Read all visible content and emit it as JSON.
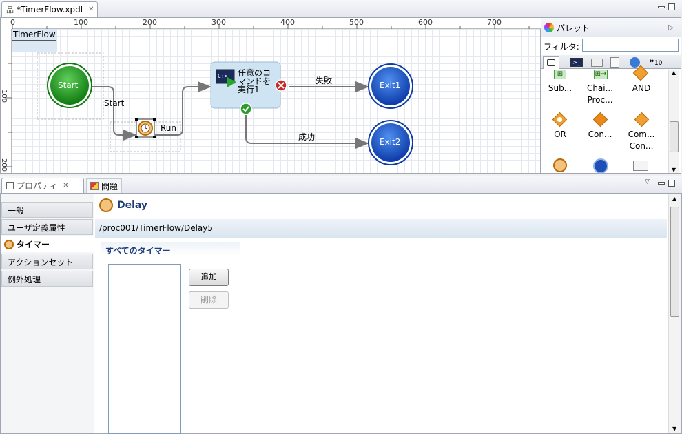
{
  "editor": {
    "tab_title": "*TimerFlow.xpdl",
    "ruler_top": [
      "0",
      "100",
      "200",
      "300",
      "400",
      "500",
      "600",
      "700"
    ],
    "ruler_left": [
      "100",
      "200"
    ],
    "pool_label": "TimerFlow",
    "nodes": {
      "start": "Start",
      "start_edge": "Start",
      "run_edge": "Run",
      "task": "任意のコマンドを実行1",
      "fail_edge": "失敗",
      "success_edge": "成功",
      "exit1": "Exit1",
      "exit2": "Exit2"
    }
  },
  "palette": {
    "title": "パレット",
    "filter_label": "フィルタ:",
    "filter_value": "",
    "more_count": "10",
    "items": [
      {
        "label": "Sub...",
        "icon": "subprocess-icon"
      },
      {
        "label": "Chai...\nProc...",
        "icon": "chain-process-icon"
      },
      {
        "label": "AND",
        "icon": "and-gateway-icon"
      },
      {
        "label": "OR",
        "icon": "or-gateway-icon"
      },
      {
        "label": "Con...",
        "icon": "condition-gateway-icon"
      },
      {
        "label": "Com...\nCon...",
        "icon": "complex-condition-icon"
      }
    ]
  },
  "properties": {
    "tab_title": "プロパティ",
    "problems_tab": "問題",
    "header": "Delay",
    "path": "/proc001/TimerFlow/Delay5",
    "side_tabs": [
      "一般",
      "ユーザ定義属性",
      "タイマー",
      "アクションセット",
      "例外処理"
    ],
    "section_title": "すべてのタイマー",
    "add_button": "追加",
    "delete_button": "削除"
  },
  "colors": {
    "accent": "#1e4fb5",
    "start_green": "#1d8f1d",
    "task_bg": "#cfe4f3"
  }
}
